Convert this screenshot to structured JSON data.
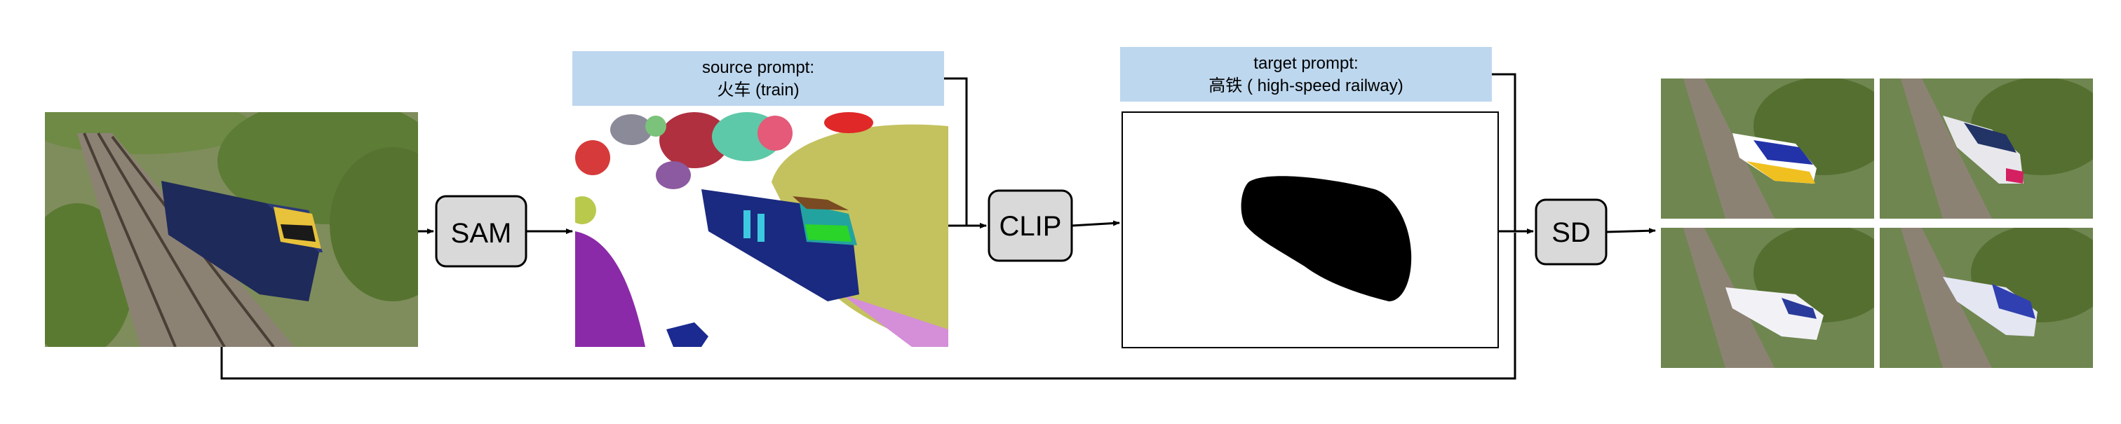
{
  "boxes": {
    "sam": "SAM",
    "clip": "CLIP",
    "sd": "SD"
  },
  "source_prompt": {
    "line1": "source prompt:",
    "line2": "火车 (train)"
  },
  "target_prompt": {
    "line1": "target prompt:",
    "line2": "高铁 ( high-speed railway)"
  },
  "colors": {
    "prompt_fill": "#bdd7ee",
    "box_fill": "#d9d9d9",
    "stroke": "#000000"
  }
}
